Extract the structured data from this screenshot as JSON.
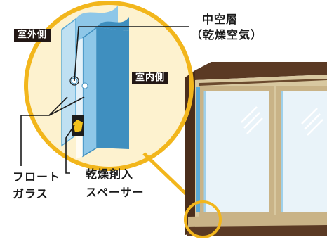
{
  "labels": {
    "outdoor": "室外側",
    "indoor": "室内側",
    "air_layer_line1": "中空層",
    "air_layer_line2": "（乾燥空気）",
    "float_glass_line1": "フロート",
    "float_glass_line2": "ガラス",
    "spacer_line1": "乾燥剤入",
    "spacer_line2": "スペーサー"
  },
  "colors": {
    "highlight_ring": "#f2b61c",
    "glass": "#5aa9d6",
    "frame": "#5b3a24",
    "wall": "#d8c8a0",
    "tag_bg": "#231815"
  }
}
